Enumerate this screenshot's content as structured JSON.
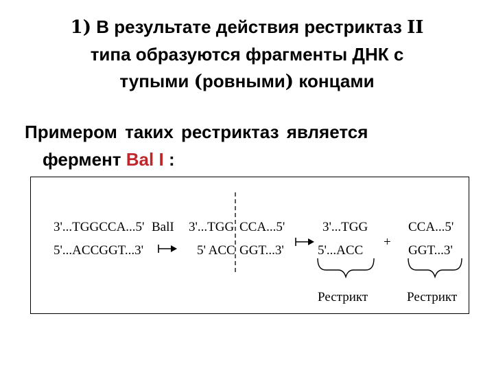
{
  "title": {
    "lead": "1)",
    "line1_text": "В результате действия рестриктаз",
    "roman": "II",
    "line2": "типа образуются фрагменты ДНК с",
    "line3_a": "тупыми",
    "paren_open": "(",
    "line3_b": "ровными",
    "paren_close": ")",
    "line3_c": "концами"
  },
  "paragraph": {
    "line1": "Примером таких рестриктаз является",
    "line2_prefix": "фермент",
    "enzyme": "Bal I",
    "line2_suffix": ":"
  },
  "figure": {
    "site_top": "3'...TGGCCA...5'",
    "site_bottom": "5'...ACCGGT...3'",
    "enzyme": "BalI",
    "cut_left_top": "3'...TGG",
    "cut_right_top": "CCA...5'",
    "cut_left_bottom": "5' ACC",
    "cut_right_bottom": "GGT...3'",
    "frag1_top": "3'...TGG",
    "frag1_bottom": "5'...ACC",
    "plus": "+",
    "frag2_top": "CCA...5'",
    "frag2_bottom": "GGT...3'",
    "label1": "Рестрикт",
    "label2": "Рестрикт"
  }
}
